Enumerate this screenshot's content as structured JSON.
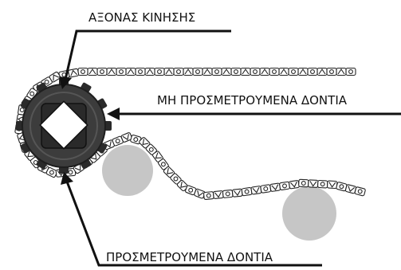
{
  "labels": {
    "drive_shaft": "ΑΞΟΝΑΣ ΚΙΝΗΣΗΣ",
    "unmeasured_teeth": "ΜΗ ΠΡΟΣΜΕΤΡΟΥΜΕΝΑ ΔΟΝΤΙΑ",
    "measured_teeth": "ΠΡΟΣΜΕΤΡΟΥΜΕΝΑ ΔΟΝΤΙΑ"
  },
  "colors": {
    "sprocket": "#3c3c3c",
    "sprocket_dark": "#2a2a2a",
    "chain_outline": "#222222",
    "roller": "#c6c6c6",
    "leader_line": "#111111"
  }
}
